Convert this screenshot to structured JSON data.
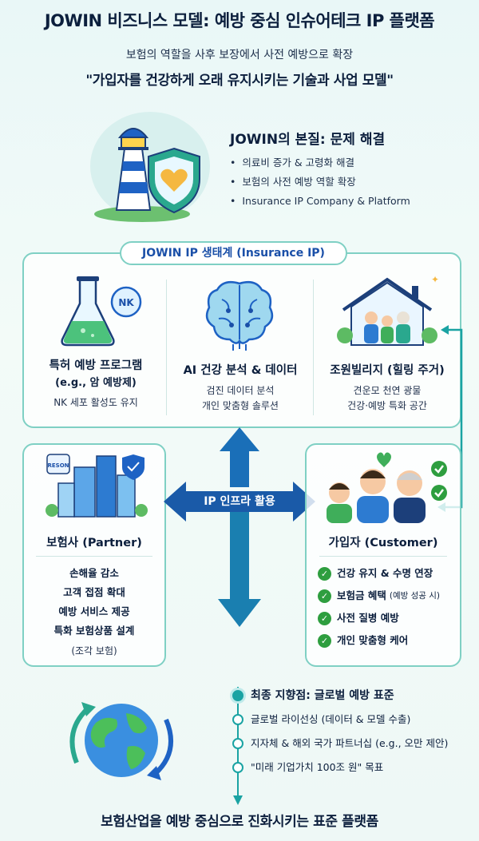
{
  "header": {
    "title": "JOWIN 비즈니스 모델: 예방 중심 인슈어테크 IP 플랫폼",
    "subtitle": "보험의 역할을 사후 보장에서 사전 예방으로 확장",
    "tagline": "\"가입자를 건강하게 오래 유지시키는 기술과 사업 모델\""
  },
  "essence": {
    "title": "JOWIN의 본질: 문제 해결",
    "items": [
      "의료비 증가 & 고령화 해결",
      "보험의 사전 예방 역할 확장",
      "Insurance IP Company & Platform"
    ]
  },
  "ecosystem": {
    "label": "JOWIN IP 생태계 (Insurance IP)",
    "columns": [
      {
        "icon": "flask-icon",
        "icon_text": "NK",
        "title": "특허 예방 프로그램",
        "title2": "(e.g., 암 예방제)",
        "desc": [
          "NK 세포 활성도 유지"
        ]
      },
      {
        "icon": "brain-icon",
        "title": "AI 건강 분석 & 데이터",
        "desc": [
          "검진 데이터 분석",
          "개인 맞춤형 솔루션"
        ]
      },
      {
        "icon": "house-family-icon",
        "title": "조원빌리지 (힐링 주거)",
        "desc": [
          "견운모 천연 광물",
          "건강·예방 특화 공간"
        ]
      }
    ]
  },
  "center": {
    "label": "IP 인프라 활용"
  },
  "partner": {
    "logo_text": "RESON",
    "title": "보험사 (Partner)",
    "items": [
      "손해율 감소",
      "고객 접점 확대",
      "예방 서비스 제공",
      "특화 보험상품 설계"
    ],
    "note": "(조각 보험)"
  },
  "customer": {
    "title": "가입자 (Customer)",
    "items": [
      {
        "text": "건강 유지 & 수명 연장",
        "note": ""
      },
      {
        "text": "보험금 혜택",
        "note": "(예방 성공 시)"
      },
      {
        "text": "사전 질병 예방",
        "note": ""
      },
      {
        "text": "개인 맞춤형 케어",
        "note": ""
      }
    ]
  },
  "roadmap": {
    "head": "최종 지향점: 글로벌 예방 표준",
    "items": [
      "글로벌 라이선싱 (데이터 & 모델 수출)",
      "지자체 & 해외 국가 파트너십 (e.g., 오만 제안)",
      "\"미래 기업가치 100조 원\" 목표"
    ]
  },
  "footer": {
    "text": "보험산업을 예방 중심으로 진화시키는 표준 플랫폼"
  },
  "colors": {
    "navy": "#0c1f3d",
    "teal": "#1aa3a3",
    "blue": "#1a4fa8",
    "green": "#2e9e3f"
  }
}
